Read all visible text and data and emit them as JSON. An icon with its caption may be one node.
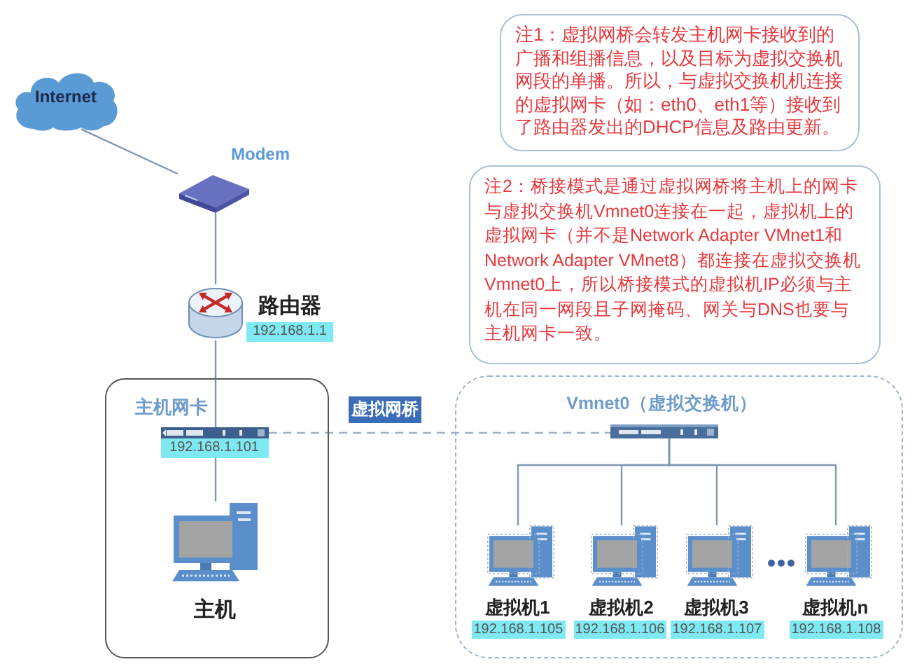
{
  "diagram": {
    "nodes": [
      {
        "text": [
          "Internet"
        ]
      },
      {
        "text": [],
        "shape": "picture",
        "beside": [
          "Modem"
        ]
      },
      {
        "text": [],
        "shape": "picture",
        "beside": [
          "路由器"
        ]
      },
      {
        "text": [
          "192.168.1.1"
        ]
      },
      {
        "text": [],
        "shape": "box"
      },
      {
        "text": [],
        "shape": "picture",
        "in": 4,
        "beside": [
          "主机网卡"
        ]
      },
      {
        "text": [
          "192.168.1.101"
        ],
        "in": 4
      },
      {
        "text": [],
        "shape": "picture",
        "in": 4,
        "beside": [
          "主机"
        ]
      },
      {
        "text": [],
        "shape": "box"
      },
      {
        "text": [],
        "shape": "picture",
        "in": 8,
        "beside": [
          "Vmnet0（虚拟交换机）"
        ]
      },
      {
        "text": [],
        "shape": "picture",
        "in": 8,
        "beside": [
          "虚拟机1"
        ]
      },
      {
        "text": [
          "192.168.1.105"
        ],
        "in": 8
      },
      {
        "text": [],
        "shape": "picture",
        "in": 8,
        "beside": [
          "虚拟机2"
        ]
      },
      {
        "text": [
          "192.168.1.106"
        ],
        "in": 8
      },
      {
        "text": [],
        "shape": "picture",
        "in": 8,
        "beside": [
          "虚拟机3"
        ]
      },
      {
        "text": [
          "192.168.1.107"
        ],
        "in": 8
      },
      {
        "text": [],
        "shape": "picture",
        "in": 8,
        "beside": [
          "虚拟机n"
        ]
      },
      {
        "text": [
          "192.168.1.108"
        ],
        "in": 8
      },
      {
        "text": [
          "注1：虚拟网桥会转发主机网卡接收到的广播和组播信息，以及目标为虚拟交换机网段的单播。所以，与虚拟交换机机连接的虚拟网卡（如：eth0、eth1等）接收到了路由器发出的DHCP信息及路由更新。"
        ]
      },
      {
        "text": [
          "注2：桥接模式是通过虚拟网桥将主机上的网卡与虚拟交换机Vmnet0连接在一起，虚拟机上的虚拟网卡（并不是Network Adapter VMnet1和Network Adapter VMnet8）都连接在虚拟交换机Vmnet0上，所以桥接模式的虚拟机IP必须与主机在同一网段且子网掩码、网关与DNS也要与主机网卡一致。"
        ]
      }
    ],
    "edges": [
      {
        "from": 0,
        "to": 1,
        "arrow": "none"
      },
      {
        "from": 1,
        "to": 2,
        "arrow": "none"
      },
      {
        "from": 2,
        "to": 5,
        "arrow": "none"
      },
      {
        "from": 6,
        "to": 7,
        "arrow": "none"
      },
      {
        "from": 5,
        "to": 9,
        "arrow": "none",
        "label": "虚拟网桥",
        "style": "dashed",
        "color": "#a3b1c0"
      },
      {
        "from": 9,
        "to": 10,
        "arrow": "none"
      },
      {
        "from": 9,
        "to": 12,
        "arrow": "none"
      },
      {
        "from": 9,
        "to": 14,
        "arrow": "none"
      },
      {
        "from": 9,
        "to": 16,
        "arrow": "none"
      }
    ]
  }
}
